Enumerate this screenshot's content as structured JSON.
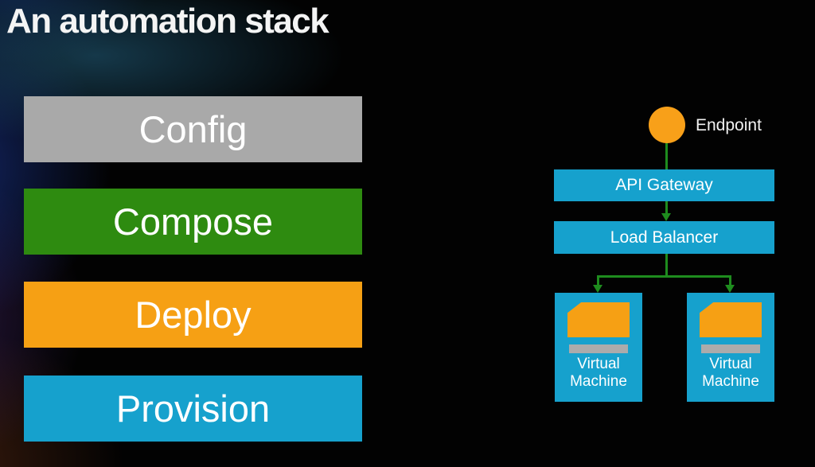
{
  "title": "An automation stack",
  "stack": {
    "items": [
      {
        "label": "Config",
        "color": "#a9a9a9"
      },
      {
        "label": "Compose",
        "color": "#2e8b10"
      },
      {
        "label": "Deploy",
        "color": "#f6a014"
      },
      {
        "label": "Provision",
        "color": "#16a1cd"
      }
    ]
  },
  "diagram": {
    "endpoint": {
      "label": "Endpoint",
      "color": "#f8a019"
    },
    "api_gateway": {
      "label": "API Gateway",
      "color": "#16a1cd"
    },
    "load_balancer": {
      "label": "Load Balancer",
      "color": "#16a1cd"
    },
    "vms": [
      {
        "label": "Virtual Machine",
        "box_color": "#16a1cd",
        "icon_color": "#f6a014",
        "slot_color": "#ababab"
      },
      {
        "label": "Virtual Machine",
        "box_color": "#16a1cd",
        "icon_color": "#f6a014",
        "slot_color": "#ababab"
      }
    ],
    "connector_color": "#1e8c1e"
  }
}
